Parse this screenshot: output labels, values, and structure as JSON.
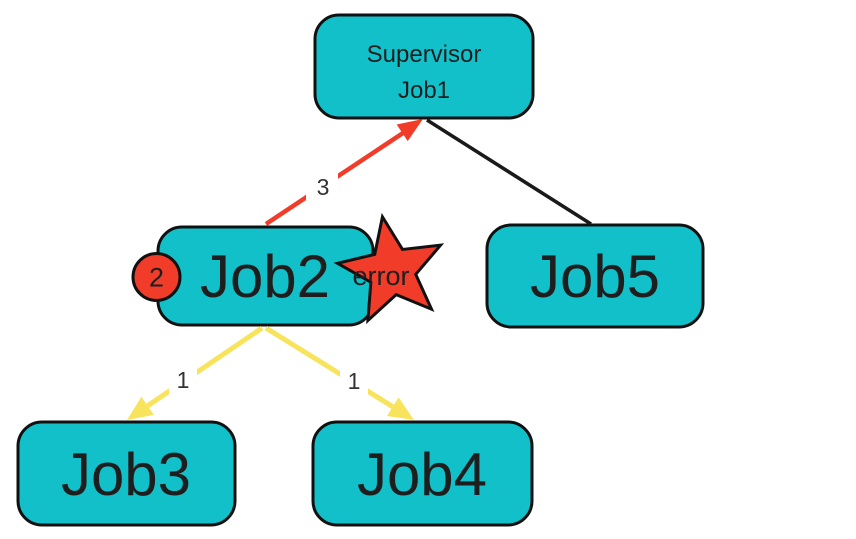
{
  "colors": {
    "background": "#ffffff",
    "node-fill": "#12c0ca",
    "outline": "#111111",
    "red": "#f23c2a",
    "yellow": "#f8e45c",
    "edge-black": "#1a1a1a",
    "text": "#1e1e1e",
    "edge-label": "#333333"
  },
  "diagram": {
    "nodes": {
      "job1": {
        "line1": "Supervisor",
        "line2": "Job1"
      },
      "job2": {
        "label": "Job2",
        "badge": "2",
        "error": "error"
      },
      "job3": {
        "label": "Job3"
      },
      "job4": {
        "label": "Job4"
      },
      "job5": {
        "label": "Job5"
      }
    },
    "edges": [
      {
        "from": "Job2",
        "to": "Supervisor Job1",
        "label": "3",
        "color": "red",
        "directed": true
      },
      {
        "from": "Supervisor Job1",
        "to": "Job5",
        "label": "",
        "color": "black",
        "directed": false
      },
      {
        "from": "Job2",
        "to": "Job3",
        "label": "1",
        "color": "yellow",
        "directed": true
      },
      {
        "from": "Job2",
        "to": "Job4",
        "label": "1",
        "color": "yellow",
        "directed": true
      }
    ]
  }
}
